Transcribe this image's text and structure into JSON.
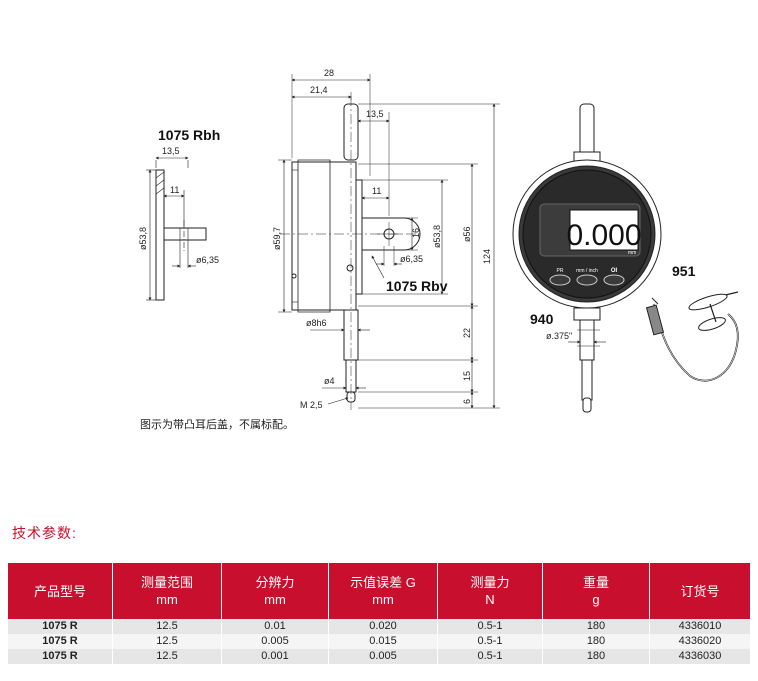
{
  "drawing": {
    "labels": {
      "rbh": "1075 Rbh",
      "rbv": "1075 Rbv",
      "p940": "940",
      "p951": "951"
    },
    "dims": {
      "d28": "28",
      "d21_4": "21,4",
      "d13_5_top": "13,5",
      "d13_5_left": "13,5",
      "d11_left": "11",
      "d11_right": "11",
      "d53_8_left": "ø53,8",
      "d53_8_right": "ø53,8",
      "d6_35_left": "ø6,35",
      "d6_35_right": "ø6,35",
      "d59_7": "ø59,7",
      "d16": "16",
      "d56": "ø56",
      "d124": "124",
      "d22": "22",
      "d15": "15",
      "d6": "6",
      "d8h6": "ø8h6",
      "d4": "ø4",
      "m2_5": "M 2,5",
      "d375": "ø.375\""
    },
    "display": {
      "value": "0.000",
      "unit": "mm",
      "btn_pr": "PR",
      "btn_mm_inch": "mm / inch",
      "btn_power": "OI"
    },
    "note": "图示为带凸耳后盖，不属标配。"
  },
  "section_title": "技术参数:",
  "table": {
    "headers": [
      {
        "line1": "产品型号",
        "line2": ""
      },
      {
        "line1": "测量范围",
        "line2": "mm"
      },
      {
        "line1": "分辨力",
        "line2": "mm"
      },
      {
        "line1": "示值误差 G",
        "line2": "mm"
      },
      {
        "line1": "测量力",
        "line2": "N"
      },
      {
        "line1": "重量",
        "line2": "g"
      },
      {
        "line1": "订货号",
        "line2": ""
      }
    ],
    "rows": [
      [
        "1075 R",
        "12.5",
        "0.01",
        "0.020",
        "0.5-1",
        "180",
        "4336010"
      ],
      [
        "1075 R",
        "12.5",
        "0.005",
        "0.015",
        "0.5-1",
        "180",
        "4336020"
      ],
      [
        "1075 R",
        "12.5",
        "0.001",
        "0.005",
        "0.5-1",
        "180",
        "4336030"
      ]
    ]
  },
  "colors": {
    "accent": "#c8102e",
    "display_bg": "#2a2a2a",
    "display_text": "#ffffff"
  }
}
